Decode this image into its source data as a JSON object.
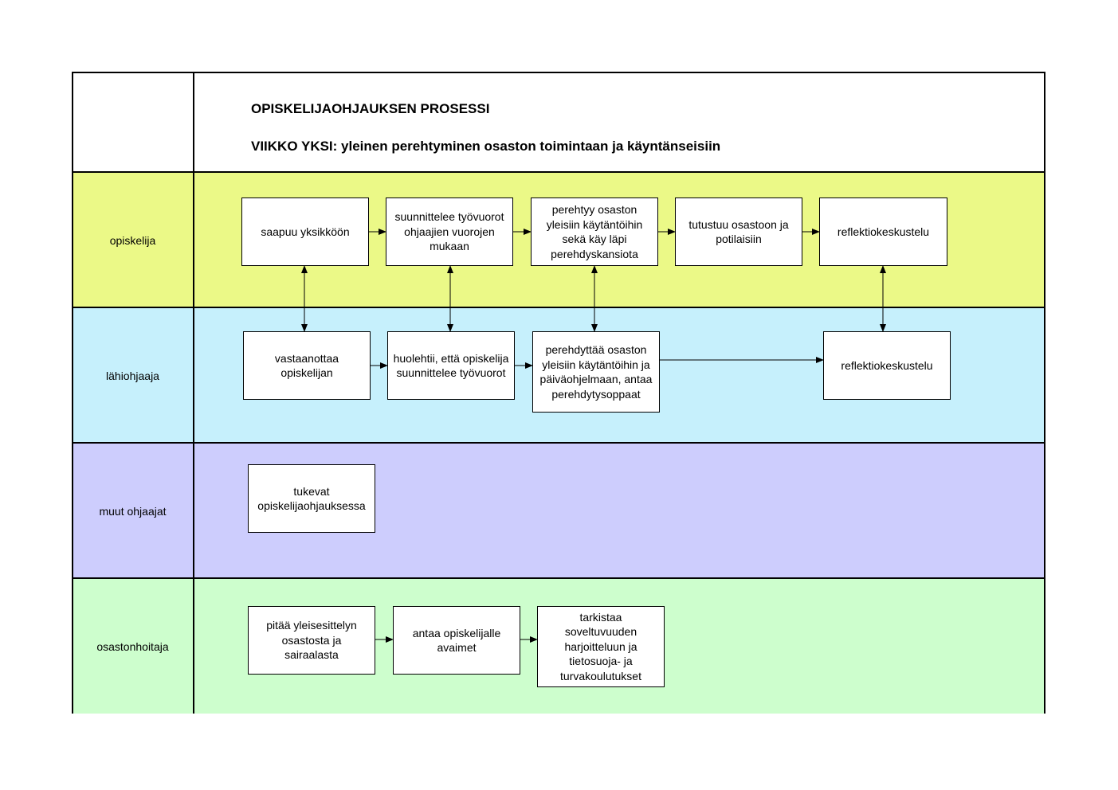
{
  "header": {
    "title": "OPISKELIJAOHJAUKSEN PROSESSI",
    "subtitle": "VIIKKO YKSI: yleinen perehtyminen osaston toimintaan ja käyntänseisiin"
  },
  "colors": {
    "opiskelija": "#ebf987",
    "lahiohjaaja": "#c6f0fc",
    "muut_ohjaajat": "#cdcdfd",
    "osastonhoitaja": "#cdfecd"
  },
  "lanes": [
    {
      "label": "opiskelija",
      "boxes": [
        "saapuu yksikköön",
        "suunnittelee työvuorot ohjaajien vuorojen mukaan",
        "perehtyy osaston yleisiin käytäntöihin sekä käy läpi perehdyskansiota",
        "tutustuu osastoon ja potilaisiin",
        "reflektiokeskustelu"
      ]
    },
    {
      "label": "lähiohjaaja",
      "boxes": [
        "vastaanottaa opiskelijan",
        "huolehtii, että opiskelija suunnittelee työvuorot",
        "perehdyttää osaston yleisiin käytäntöihin ja päiväohjelmaan, antaa perehdytysoppaat",
        "reflektiokeskustelu"
      ]
    },
    {
      "label": "muut ohjaajat",
      "boxes": [
        "tukevat opiskelijaohjauksessa"
      ]
    },
    {
      "label": "osastonhoitaja",
      "boxes": [
        "pitää yleisesittelyn osastosta ja sairaalasta",
        "antaa opiskelijalle avaimet",
        "tarkistaa soveltuvuuden harjoitteluun ja tietosuoja- ja turvakoulutukset"
      ]
    }
  ]
}
